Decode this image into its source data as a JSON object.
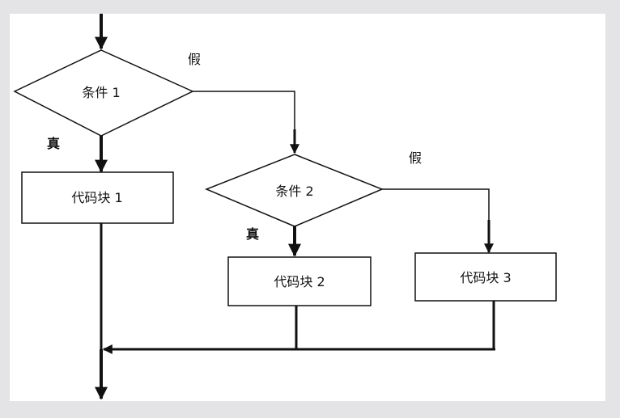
{
  "nodes": {
    "cond1": "条件 1",
    "cond2": "条件 2",
    "block1": "代码块 1",
    "block2": "代码块 2",
    "block3": "代码块 3"
  },
  "edge_labels": {
    "cond1_true": "真",
    "cond1_false": "假",
    "cond2_true": "真",
    "cond2_false": "假"
  },
  "colors": {
    "background": "#e4e4e6",
    "panel": "#ffffff",
    "stroke": "#111111"
  }
}
